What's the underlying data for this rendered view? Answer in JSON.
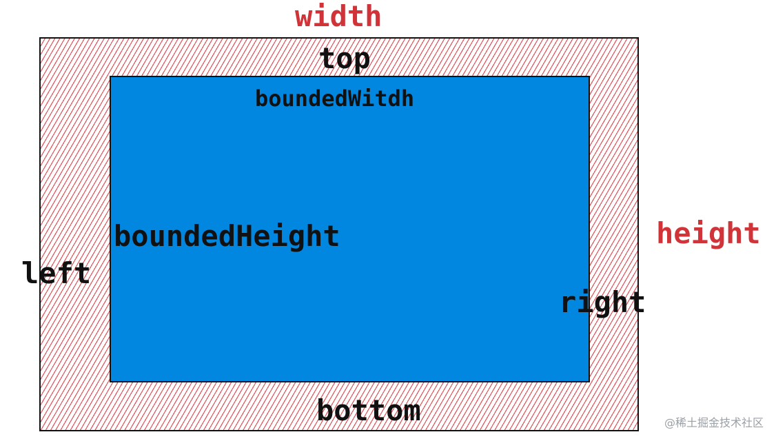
{
  "labels": {
    "width": "width",
    "height": "height",
    "top": "top",
    "bottom": "bottom",
    "left": "left",
    "right": "right",
    "bounded_width": "boundedWitdh",
    "bounded_height": "boundedHeight"
  },
  "watermark": "@稀土掘金技术社区",
  "colors": {
    "outer_label": "#d13438",
    "margin_hatch": "#e0525a",
    "inner_fill": "#0287e0",
    "border": "#111111",
    "text": "#111111"
  }
}
